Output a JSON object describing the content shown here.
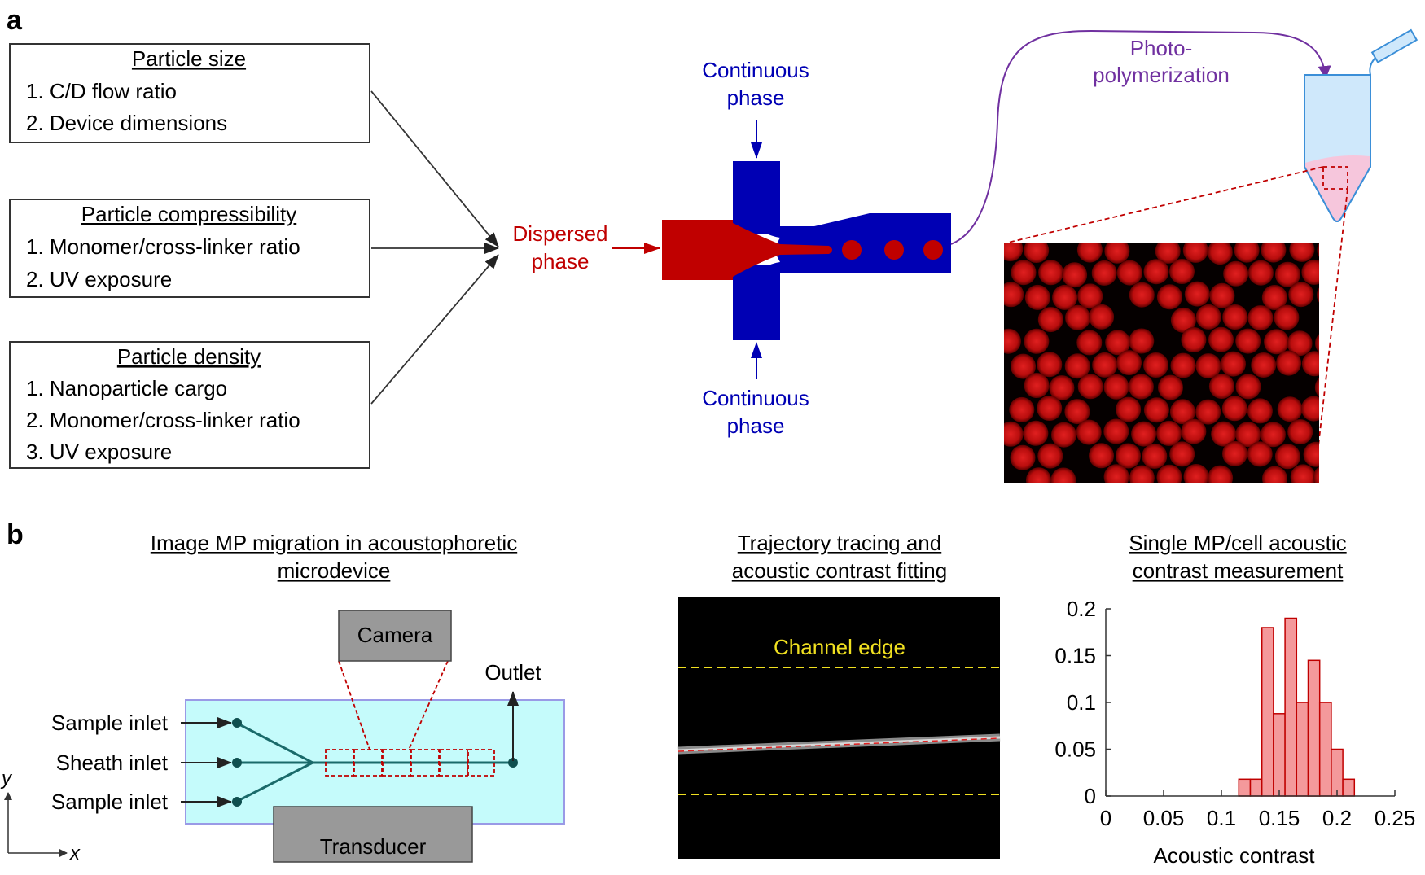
{
  "panel_a": {
    "label": "a",
    "boxes": [
      {
        "title": "Particle size",
        "items": [
          "1. C/D flow ratio",
          "2. Device dimensions"
        ]
      },
      {
        "title": "Particle compressibility",
        "items": [
          "1. Monomer/cross-linker ratio",
          "2. UV exposure"
        ]
      },
      {
        "title": "Particle density",
        "items": [
          "1. Nanoparticle cargo",
          "2. Monomer/cross-linker ratio",
          "3. UV exposure"
        ]
      }
    ],
    "dispersed_line1": "Dispersed",
    "dispersed_line2": "phase",
    "continuous_top_line1": "Continuous",
    "continuous_top_line2": "phase",
    "continuous_bottom_line1": "Continuous",
    "continuous_bottom_line2": "phase",
    "photo_line1": "Photo-",
    "photo_line2": "polymerization",
    "colors": {
      "dispersed": "#c00000",
      "continuous": "#0000b4",
      "photo": "#7030a0"
    }
  },
  "panel_b": {
    "label": "b",
    "section1_title_line1": "Image MP migration in acoustophoretic",
    "section1_title_line2": "microdevice",
    "camera": "Camera",
    "outlet": "Outlet",
    "sample_inlet_top": "Sample inlet",
    "sheath_inlet": "Sheath inlet",
    "sample_inlet_bottom": "Sample inlet",
    "transducer": "Transducer",
    "axis_y": "y",
    "axis_x": "x",
    "section2_title_line1": "Trajectory tracing and",
    "section2_title_line2": "acoustic contrast fitting",
    "channel_edge": "Channel edge",
    "section3_title_line1": "Single MP/cell acoustic",
    "section3_title_line2": "contrast measurement"
  },
  "chart_data": {
    "type": "bar",
    "xlabel": "Acoustic contrast",
    "ylabel": "",
    "title": "",
    "xlim": [
      0,
      0.25
    ],
    "ylim": [
      0,
      0.2
    ],
    "xticks": [
      0,
      0.05,
      0.1,
      0.15,
      0.2,
      0.25
    ],
    "xtick_labels": [
      "0",
      "0.05",
      "0.1",
      "0.15",
      "0.2",
      "0.25"
    ],
    "yticks": [
      0,
      0.05,
      0.1,
      0.15,
      0.2
    ],
    "ytick_labels": [
      "0",
      "0.05",
      "0.1",
      "0.15",
      "0.2"
    ],
    "bin_width": 0.01,
    "bin_starts": [
      0.115,
      0.125,
      0.135,
      0.145,
      0.155,
      0.165,
      0.175,
      0.185,
      0.195,
      0.205
    ],
    "values": [
      0.018,
      0.018,
      0.18,
      0.088,
      0.19,
      0.1,
      0.145,
      0.1,
      0.05,
      0.018
    ],
    "color": "#f4999b"
  }
}
